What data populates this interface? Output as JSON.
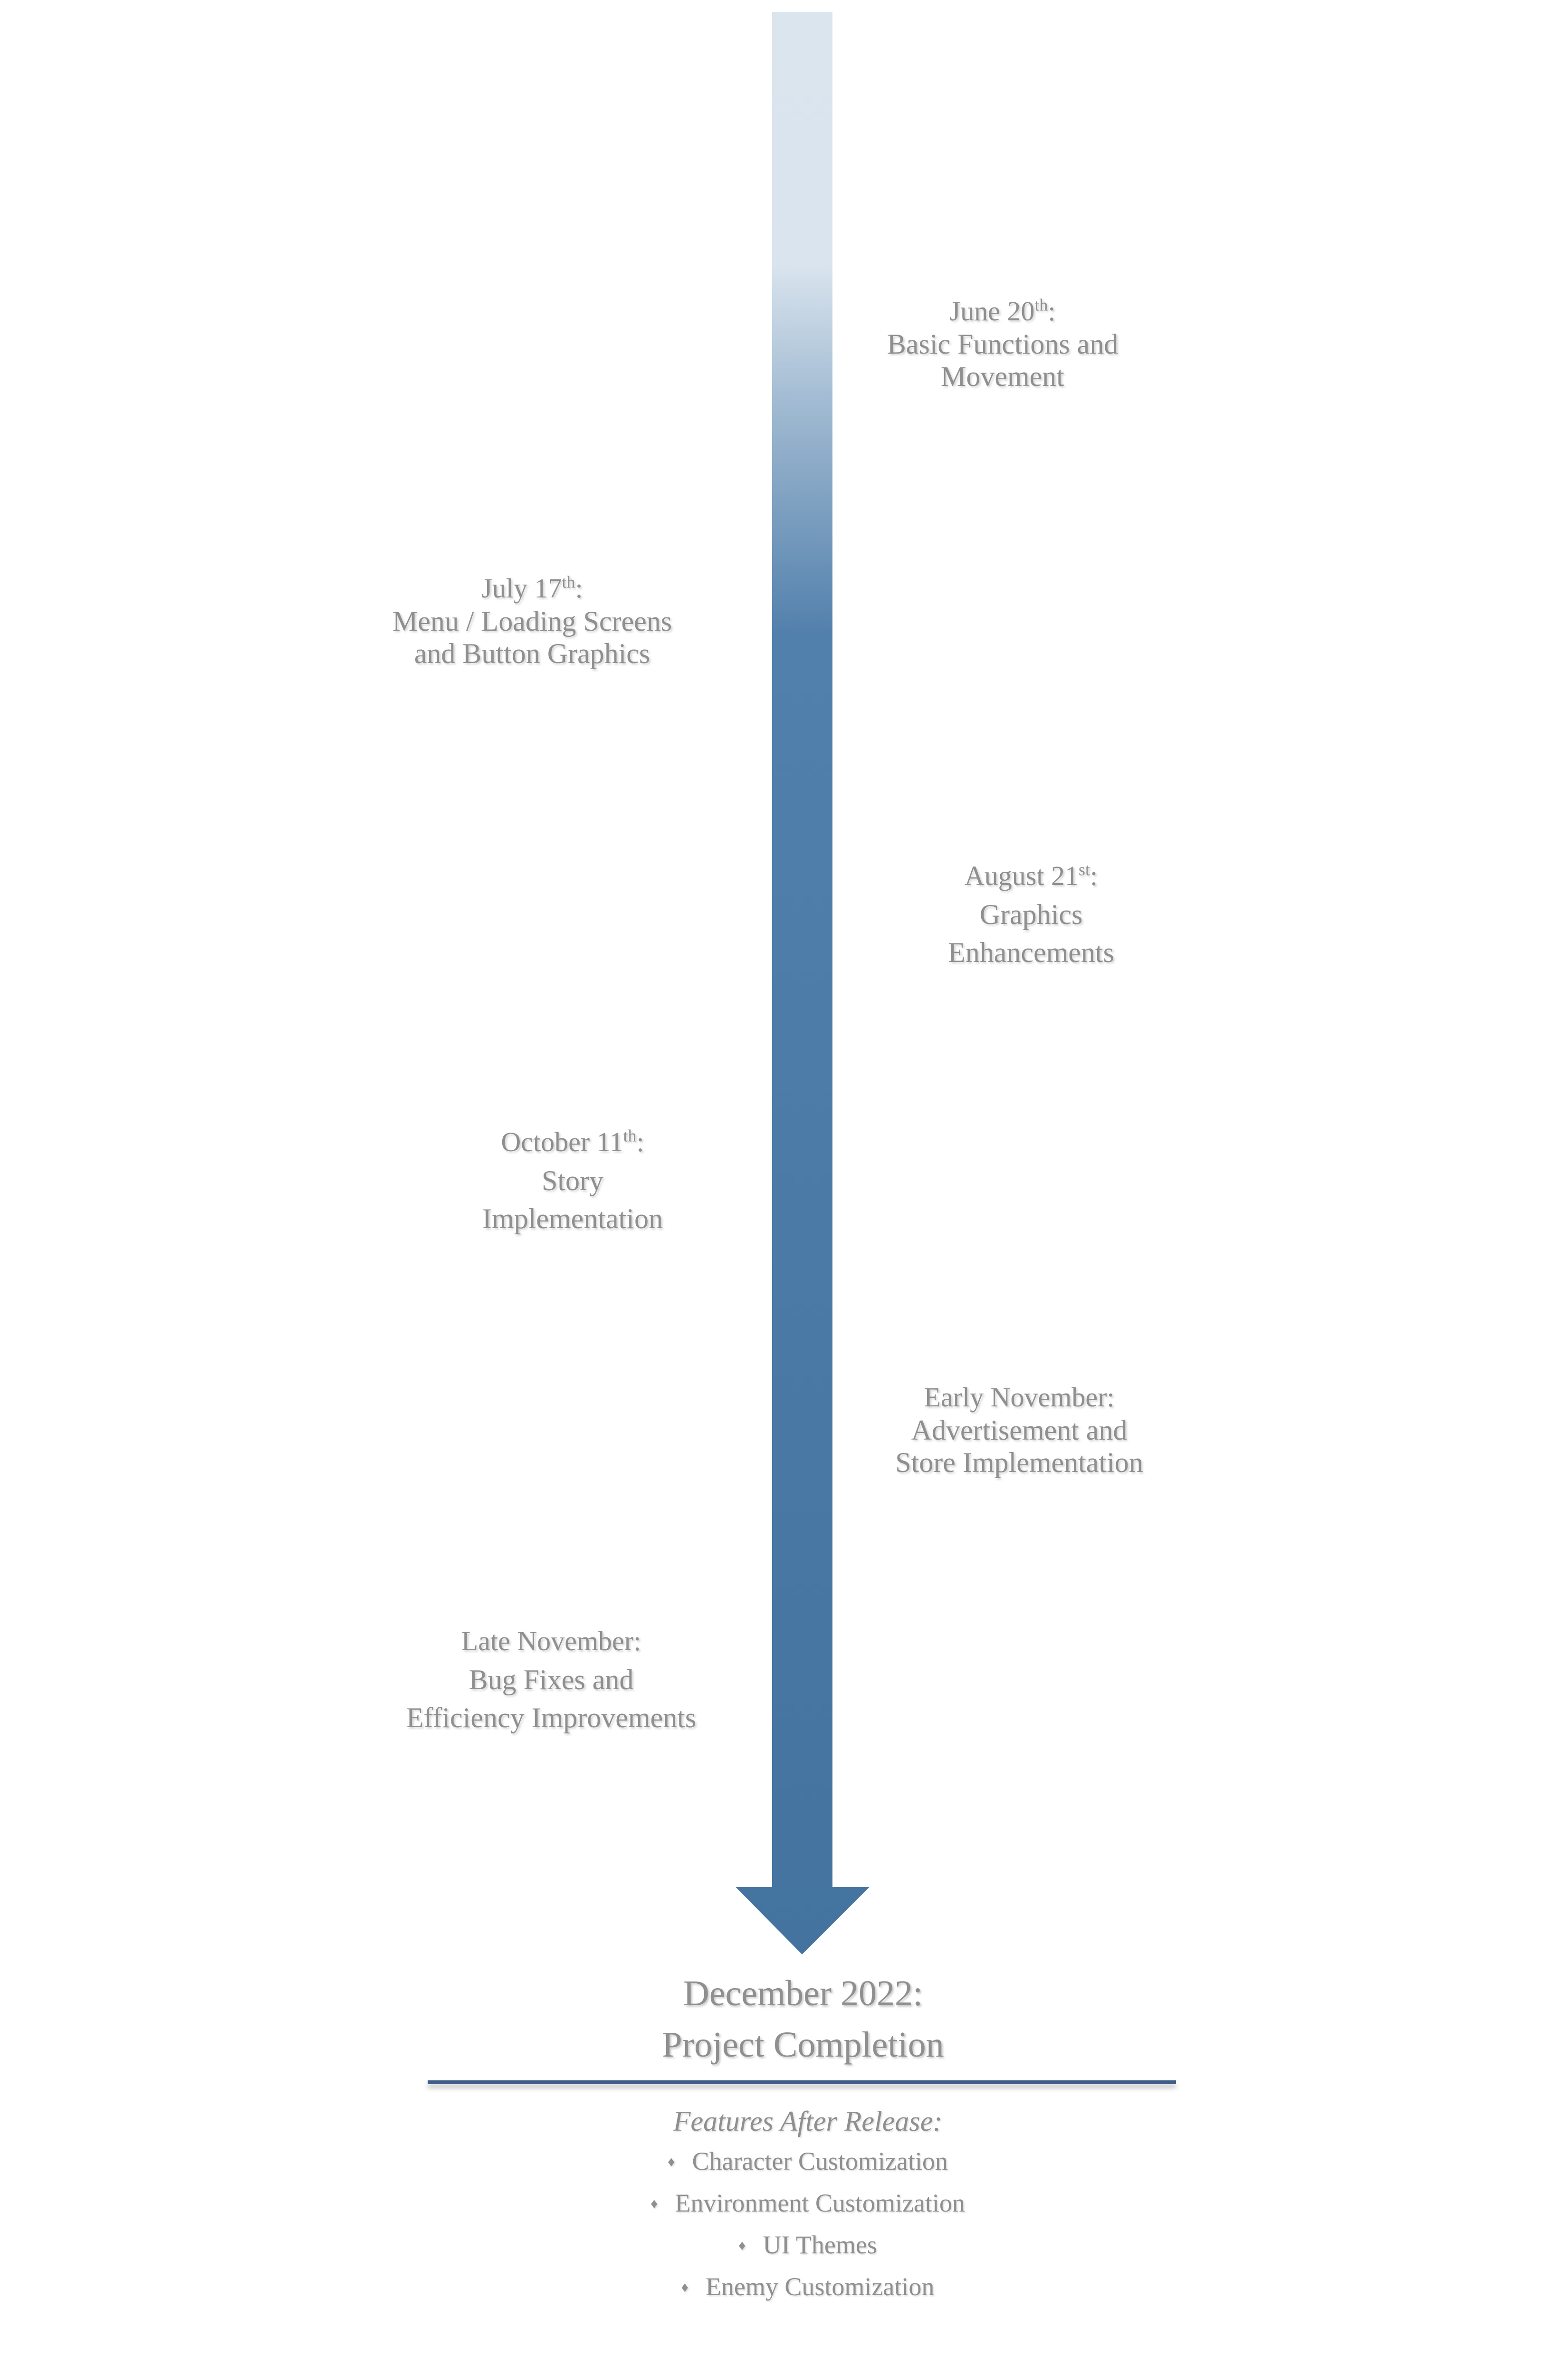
{
  "colors": {
    "arrow_top": "#dbe5ee",
    "arrow_mid": "#5280ac",
    "arrow_bottom": "#44739f",
    "text": "#8f8f8f",
    "divider": "#3d5f88"
  },
  "milestones": [
    {
      "date": "June 20",
      "suffix": "th",
      "colon": ":",
      "desc": [
        "Basic Functions and",
        "Movement"
      ],
      "side": "right"
    },
    {
      "date": "July 17",
      "suffix": "th",
      "colon": ":",
      "desc": [
        "Menu / Loading Screens",
        "and Button Graphics"
      ],
      "side": "left"
    },
    {
      "date": "August 21",
      "suffix": "st",
      "colon": ":",
      "desc": [
        "Graphics",
        "Enhancements"
      ],
      "side": "right"
    },
    {
      "date": "October 11",
      "suffix": "th",
      "colon": ":",
      "desc": [
        "Story",
        "Implementation"
      ],
      "side": "left"
    },
    {
      "date": "Early November:",
      "suffix": "",
      "colon": "",
      "desc": [
        "Advertisement and",
        "Store Implementation"
      ],
      "side": "right"
    },
    {
      "date": "Late November:",
      "suffix": "",
      "colon": "",
      "desc": [
        "Bug Fixes and",
        "Efficiency Improvements"
      ],
      "side": "left"
    }
  ],
  "completion": {
    "line1": "December 2022:",
    "line2": "Project Completion"
  },
  "features": {
    "heading": "Features After Release:",
    "bullet_glyph": "♦",
    "items": [
      "Character Customization",
      "Environment Customization",
      "UI Themes",
      "Enemy Customization"
    ]
  }
}
